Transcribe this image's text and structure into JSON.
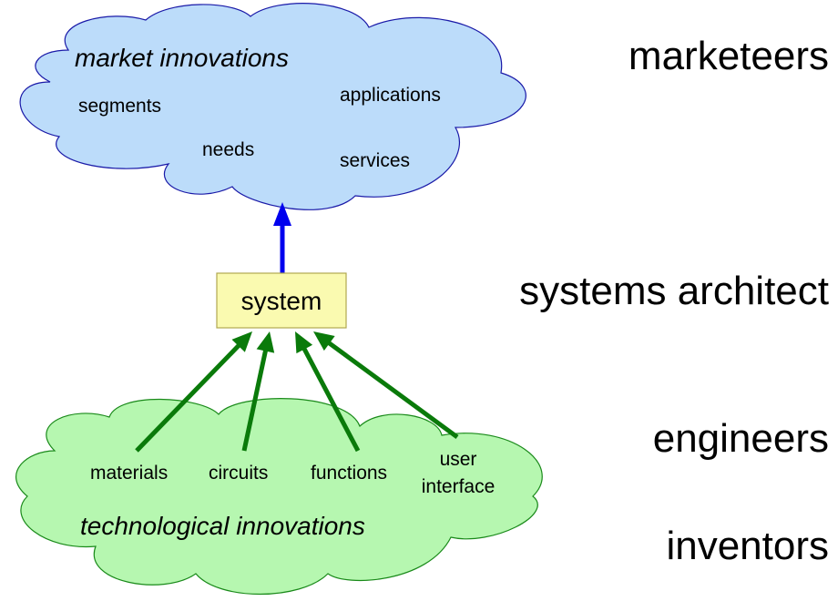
{
  "colors": {
    "market_cloud_fill": "#bcdcfa",
    "market_cloud_stroke": "#1a1aa8",
    "tech_cloud_fill": "#b6f7b0",
    "tech_cloud_stroke": "#1a8a1a",
    "system_box_fill": "#fafab0",
    "system_box_stroke": "#b0a850",
    "up_arrow": "#0000ee",
    "tech_arrows": "#0a7a0a"
  },
  "market_cloud": {
    "title": "market innovations",
    "items": {
      "segments": "segments",
      "applications": "applications",
      "needs": "needs",
      "services": "services"
    }
  },
  "system_box": {
    "label": "system"
  },
  "tech_cloud": {
    "title": "technological innovations",
    "items": {
      "materials": "materials",
      "circuits": "circuits",
      "functions": "functions",
      "user_interface_line1": "user",
      "user_interface_line2": "interface"
    }
  },
  "roles": {
    "marketeers": "marketeers",
    "systems_architect": "systems architect",
    "engineers": "engineers",
    "inventors": "inventors"
  }
}
